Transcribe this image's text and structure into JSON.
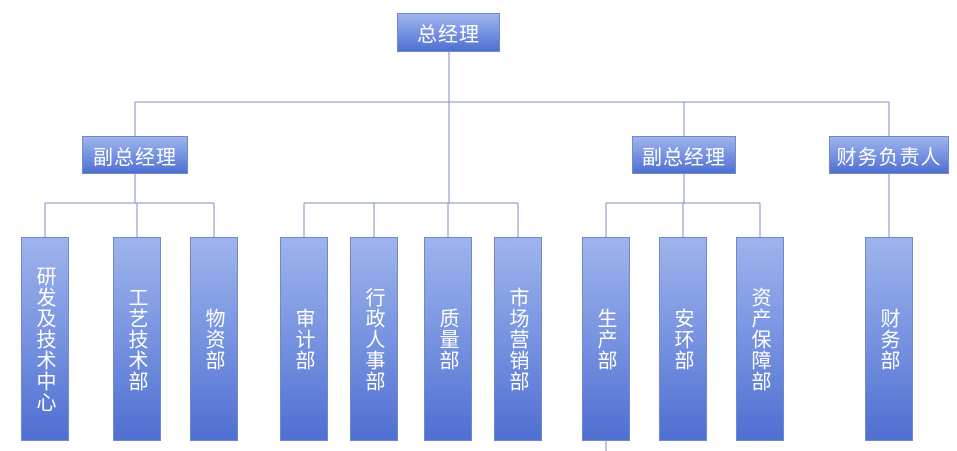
{
  "org": {
    "root": "总经理",
    "level2": {
      "vp_left": "副总经理",
      "vp_right": "副总经理",
      "finance_head": "财务负责人"
    },
    "departments": {
      "rnd_center": "研发及技术中心",
      "process_tech": "工艺技术部",
      "materials": "物资部",
      "audit": "审计部",
      "admin_hr": "行政人事部",
      "quality": "质量部",
      "marketing": "市场营销部",
      "production": "生产部",
      "safety_env": "安环部",
      "asset_guarantee": "资产保障部",
      "finance": "财务部"
    }
  },
  "colors": {
    "box_top": "#9fb4ec",
    "box_bottom": "#4f6fd1",
    "connector": "#7d8fbf",
    "text": "#ffffff"
  }
}
